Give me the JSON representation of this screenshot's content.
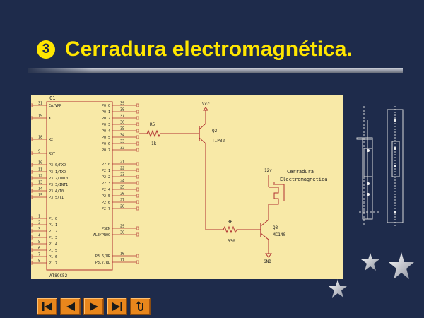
{
  "slide": {
    "bullet_number": "3",
    "title": "Cerradura electromagnética."
  },
  "schematic": {
    "chip_label": "C1",
    "chip_name": "AT89C52",
    "left_pins": [
      {
        "num": "31",
        "name": "EA/VPP"
      },
      {
        "num": "19",
        "name": "X1"
      },
      {
        "num": "18",
        "name": "X2"
      },
      {
        "num": "9",
        "name": "RST"
      },
      {
        "num": "10",
        "name": "P3.0/RXD"
      },
      {
        "num": "11",
        "name": "P3.1/TXD"
      },
      {
        "num": "12",
        "name": "P3.2/INT0"
      },
      {
        "num": "13",
        "name": "P3.3/INT1"
      },
      {
        "num": "14",
        "name": "P3.4/T0"
      },
      {
        "num": "15",
        "name": "P3.5/T1"
      },
      {
        "num": "1",
        "name": "P1.0"
      },
      {
        "num": "2",
        "name": "P1.1"
      },
      {
        "num": "3",
        "name": "P1.2"
      },
      {
        "num": "4",
        "name": "P1.3"
      },
      {
        "num": "5",
        "name": "P1.4"
      },
      {
        "num": "6",
        "name": "P1.5"
      },
      {
        "num": "7",
        "name": "P1.6"
      },
      {
        "num": "8",
        "name": "P1.7"
      }
    ],
    "right_pins_p0": [
      {
        "num": "39",
        "name": "P0.0"
      },
      {
        "num": "38",
        "name": "P0.1"
      },
      {
        "num": "37",
        "name": "P0.2"
      },
      {
        "num": "36",
        "name": "P0.3"
      },
      {
        "num": "35",
        "name": "P0.4"
      },
      {
        "num": "34",
        "name": "P0.5"
      },
      {
        "num": "33",
        "name": "P0.6"
      },
      {
        "num": "32",
        "name": "P0.7"
      }
    ],
    "right_pins_p2": [
      {
        "num": "21",
        "name": "P2.0"
      },
      {
        "num": "22",
        "name": "P2.1"
      },
      {
        "num": "23",
        "name": "P2.2"
      },
      {
        "num": "24",
        "name": "P2.3"
      },
      {
        "num": "25",
        "name": "P2.4"
      },
      {
        "num": "26",
        "name": "P2.5"
      },
      {
        "num": "27",
        "name": "P2.6"
      },
      {
        "num": "28",
        "name": "P2.7"
      }
    ],
    "right_pins_ctrl": [
      {
        "num": "29",
        "name": "PSEN"
      },
      {
        "num": "30",
        "name": "ALE/PROG"
      }
    ],
    "right_pins_misc": [
      {
        "num": "16",
        "name": "P3.6/WR"
      },
      {
        "num": "17",
        "name": "P3.7/RD"
      }
    ],
    "r5_label": "R5",
    "r5_value": "1k",
    "vcc_label": "Vcc",
    "q2_label": "Q2",
    "q2_part": "TIP32",
    "r6_label": "R6",
    "r6_value": "330",
    "q3_label": "Q3",
    "q3_part": "MC140",
    "gnd_label": "GND",
    "coil_voltage": "12v",
    "lock_line1": "Cerradura",
    "lock_line2": "Electromagnética."
  }
}
